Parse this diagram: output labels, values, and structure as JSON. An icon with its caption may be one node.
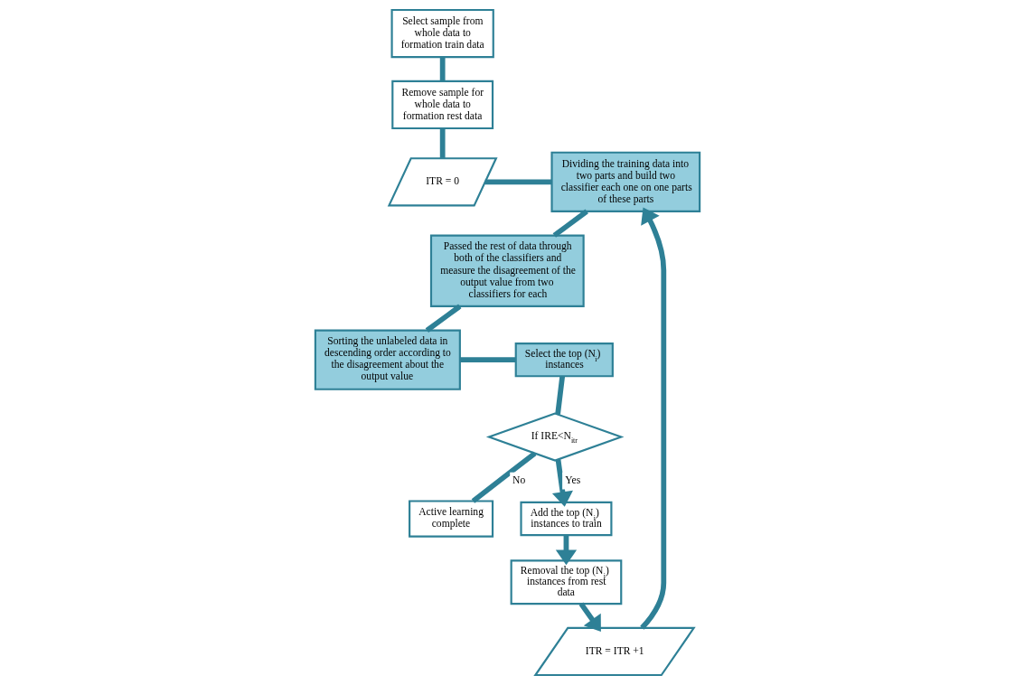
{
  "diagram": {
    "nodes": [
      {
        "text": [
          "Select sample from whole data to formation train data"
        ]
      },
      {
        "text": [
          "Remove sample for whole data to formation rest data"
        ]
      },
      {
        "text": [
          "ITR = 0"
        ]
      },
      {
        "text": [
          "Dividing the training data into two parts and build two classifier each one on one parts of these parts"
        ]
      },
      {
        "text": [
          "Passed the rest of data through both of the classifiers and measure the disagreement of the output value from two classifiers for each"
        ]
      },
      {
        "text": [
          "Sorting the unlabeled data in descending order according to the disagreement about the output value"
        ]
      },
      {
        "text": [
          "Select the top (N$_{i}$) instances"
        ]
      },
      {
        "text": [
          "If IRE<N$_{itr}$"
        ]
      },
      {
        "text": [
          "Active learning complete"
        ]
      },
      {
        "text": [
          "Add the top (N$_{i}$) instances to train"
        ]
      },
      {
        "text": [
          "Removal the top (N$_{i}$) instances from rest data"
        ]
      },
      {
        "text": [
          "ITR = ITR +1"
        ]
      }
    ],
    "edges": [
      {
        "from": 0,
        "to": 1,
        "arrow": "none"
      },
      {
        "from": 1,
        "to": 2,
        "arrow": "none"
      },
      {
        "from": 2,
        "to": 3,
        "arrow": "none"
      },
      {
        "from": 3,
        "to": 4,
        "arrow": "none"
      },
      {
        "from": 4,
        "to": 5,
        "arrow": "none"
      },
      {
        "from": 5,
        "to": 6,
        "arrow": "none"
      },
      {
        "from": 6,
        "to": 7,
        "arrow": "none"
      },
      {
        "from": 7,
        "to": 8,
        "arrow": "none",
        "label": "No"
      },
      {
        "from": 7,
        "to": 9,
        "arrow": "to",
        "label": "Yes"
      },
      {
        "from": 9,
        "to": 10,
        "arrow": "to"
      },
      {
        "from": 10,
        "to": 11,
        "arrow": "to"
      },
      {
        "from": 11,
        "to": 3,
        "arrow": "to"
      }
    ]
  }
}
